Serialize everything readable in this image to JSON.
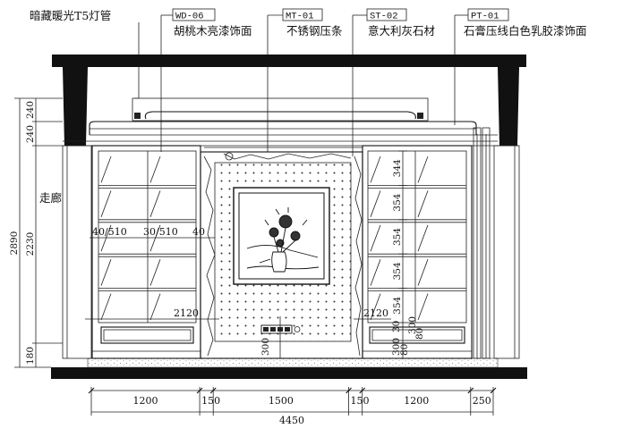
{
  "labels": {
    "hidden_light": "暗藏暖光T5灯管",
    "corridor": "走廊"
  },
  "callouts": [
    {
      "code": "WD-06",
      "desc": "胡桃木亮漆饰面"
    },
    {
      "code": "MT-01",
      "desc": "不锈钢压条"
    },
    {
      "code": "ST-02",
      "desc": "意大利灰石材"
    },
    {
      "code": "PT-01",
      "desc": "石膏压线白色乳胶漆饰面"
    }
  ],
  "dims_bottom": {
    "segments": [
      "1200",
      "150",
      "1500",
      "150",
      "1200",
      "250"
    ],
    "total": "4450"
  },
  "dims_left": {
    "outer": "2890",
    "parts": [
      "240",
      "240",
      "2230",
      "180"
    ]
  },
  "dims_right_cabinet": [
    "344",
    "354",
    "354",
    "354",
    "354"
  ],
  "dims_inner": {
    "shelf_left": "40/510",
    "shelf_mid": "30/510",
    "shelf_right": "40",
    "width_left": "2120",
    "width_right": "2120",
    "base_a": "300",
    "base_b": "80",
    "base_c": "30",
    "base_d": "300",
    "base_e": "80",
    "center_height": "300"
  }
}
